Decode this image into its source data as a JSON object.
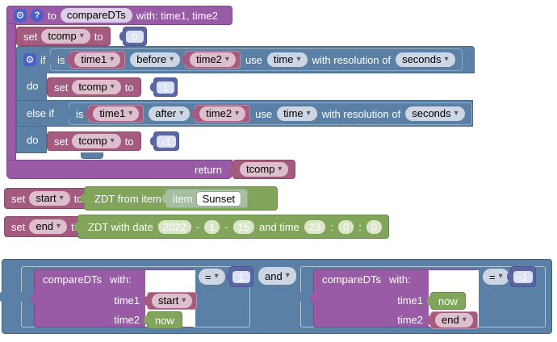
{
  "icons": {
    "gear": "⚙",
    "help": "?",
    "dropdown": "▾"
  },
  "colors": {
    "procedure_purple": "#995ba5",
    "variable_mauve": "#a55b80",
    "logic_blue": "#5b80a5",
    "math_blue": "#5b67a5",
    "datetime_green": "#80a55b",
    "item_sage": "#a7bfa1",
    "icon_blue": "#4a5fc7"
  },
  "function_def": {
    "to_label": "to",
    "name": "compareDTs",
    "params_label": "with: time1, time2",
    "init": {
      "set": "set",
      "var": "tcomp",
      "to": "to",
      "value": "0"
    },
    "if": {
      "if_label": "if",
      "do_label": "do",
      "elseif_label": "else if",
      "cond1": {
        "is": "is",
        "time1": "time1",
        "op": "before",
        "time2": "time2",
        "use": "use",
        "source": "time",
        "resolution_label": "with resolution of",
        "resolution": "seconds"
      },
      "then1": {
        "set": "set",
        "var": "tcomp",
        "to": "to",
        "value": "1"
      },
      "cond2": {
        "is": "is",
        "time1": "time1",
        "op": "after",
        "time2": "time2",
        "use": "use",
        "source": "time",
        "resolution_label": "with resolution of",
        "resolution": "seconds"
      },
      "then2": {
        "set": "set",
        "var": "tcomp",
        "to": "to",
        "value": "-1"
      }
    },
    "return_label": "return",
    "return_var": "tcomp"
  },
  "set_start": {
    "set": "set",
    "var": "start",
    "to": "to",
    "block_label": "ZDT from item",
    "item_label": "item",
    "item_value": "Sunset"
  },
  "set_end": {
    "set": "set",
    "var": "end",
    "to": "to",
    "block_label": "ZDT with date",
    "year": "2022",
    "sep_date": "-",
    "month": "1",
    "day": "15",
    "time_label": "and time",
    "hour": "23",
    "sep_time": ":",
    "minute": "0",
    "second": "0"
  },
  "comparison": {
    "and_op": "and",
    "left": {
      "name": "compareDTs",
      "with_label": "with:",
      "time1_label": "time1",
      "time1": "start",
      "time2_label": "time2",
      "time2": "now",
      "op": "=",
      "expected": "1"
    },
    "right": {
      "name": "compareDTs",
      "with_label": "with:",
      "time1_label": "time1",
      "time1": "now",
      "time2_label": "time2",
      "time2": "end",
      "op": "=",
      "expected": "-1"
    }
  }
}
